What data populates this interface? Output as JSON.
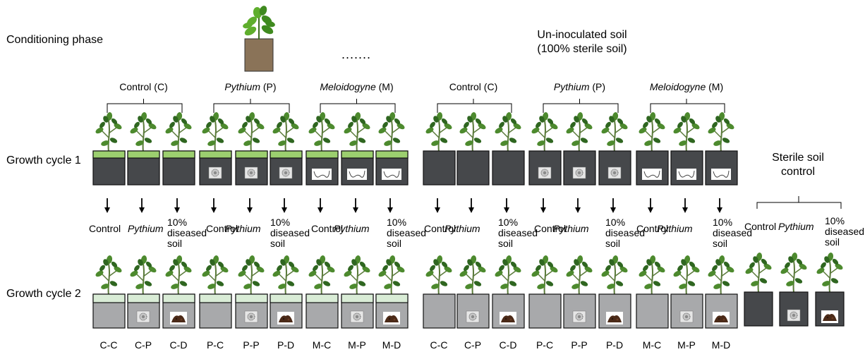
{
  "headings": {
    "conditioning": "Conditioning phase",
    "uninoculated_line1": "Un-inoculated soil",
    "uninoculated_line2": "(100% sterile soil)",
    "ellipsis": ".......",
    "growth1": "Growth cycle 1",
    "growth2": "Growth cycle 2",
    "sterile_line1": "Sterile soil",
    "sterile_line2": "control"
  },
  "groups": [
    {
      "name": "Control",
      "suffix": " (C)",
      "italic": false
    },
    {
      "name": "Pythium",
      "suffix": " (P)",
      "italic": true
    },
    {
      "name": "Meloidogyne",
      "suffix": " (M)",
      "italic": true
    },
    {
      "name": "Control",
      "suffix": " (C)",
      "italic": false
    },
    {
      "name": "Pythium",
      "suffix": " (P)",
      "italic": true
    },
    {
      "name": "Meloidogyne",
      "suffix": " (M)",
      "italic": true
    }
  ],
  "treatments": {
    "control": "Control",
    "pythium": "Pythium",
    "diseased_1": "10%",
    "diseased_2": "diseased",
    "diseased_3": "soil"
  },
  "combo_codes": [
    "C-C",
    "C-P",
    "C-D",
    "P-C",
    "P-P",
    "P-D",
    "M-C",
    "M-P",
    "M-D",
    "C-C",
    "C-P",
    "C-D",
    "P-C",
    "P-P",
    "P-D",
    "M-C",
    "M-P",
    "M-D"
  ],
  "pot_icons_cycle1": [
    "none",
    "none",
    "none",
    "pythium",
    "pythium",
    "pythium",
    "nematode",
    "nematode",
    "nematode",
    "none",
    "none",
    "none",
    "pythium",
    "pythium",
    "pythium",
    "nematode",
    "nematode",
    "nematode"
  ],
  "pot_icons_cycle2": [
    "none",
    "pythium",
    "soil",
    "none",
    "pythium",
    "soil",
    "none",
    "pythium",
    "soil",
    "none",
    "pythium",
    "soil",
    "none",
    "pythium",
    "soil",
    "none",
    "pythium",
    "soil"
  ],
  "sterile_icons": [
    "none",
    "pythium",
    "soil"
  ],
  "colors": {
    "dark_pot": "#46484b",
    "light_pot": "#a8a9ab",
    "green_top": "#9ccf6f",
    "pale_top": "#d9ecd6",
    "leaf": "#4d8a2e",
    "leaf_dark": "#2f6620",
    "stem": "#5a7a3a",
    "brown_pot": "#8a7358"
  }
}
